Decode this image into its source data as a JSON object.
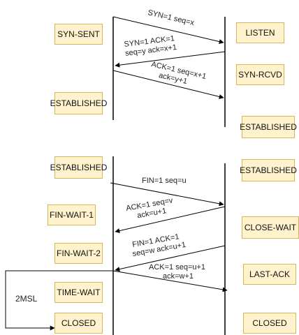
{
  "client_states": {
    "syn_sent": "SYN-SENT",
    "established_1": "ESTABLISHED",
    "established_2": "ESTABLISHED",
    "fin_wait_1": "FIN-WAIT-1",
    "fin_wait_2": "FIN-WAIT-2",
    "time_wait": "TIME-WAIT",
    "closed": "CLOSED"
  },
  "server_states": {
    "listen": "LISTEN",
    "syn_rcvd": "SYN-RCVD",
    "established_1": "ESTABLISHED",
    "established_2": "ESTABLISHED",
    "close_wait": "CLOSE-WAIT",
    "last_ack": "LAST-ACK",
    "closed": "CLOSED"
  },
  "messages": {
    "syn": [
      "SYN=1 seq=x"
    ],
    "syn_ack": [
      "SYN=1 ACK=1",
      "seq=y  ack=x+1"
    ],
    "ack": [
      "ACK=1 seq=x+1",
      "ack=y+1"
    ],
    "fin_client": [
      "FIN=1 seq=u"
    ],
    "ack_server": [
      "ACK=1 seq=v",
      "ack=u+1"
    ],
    "fin_ack_server": [
      "FIN=1 ACK=1",
      "seq=w ack=u+1"
    ],
    "ack_client": [
      "ACK=1 seq=u+1",
      "ack=w+1"
    ]
  },
  "timer_label": "2MSL",
  "colors": {
    "state_fill": "#fff2cc",
    "state_border": "#d6b656",
    "line": "#000000"
  }
}
